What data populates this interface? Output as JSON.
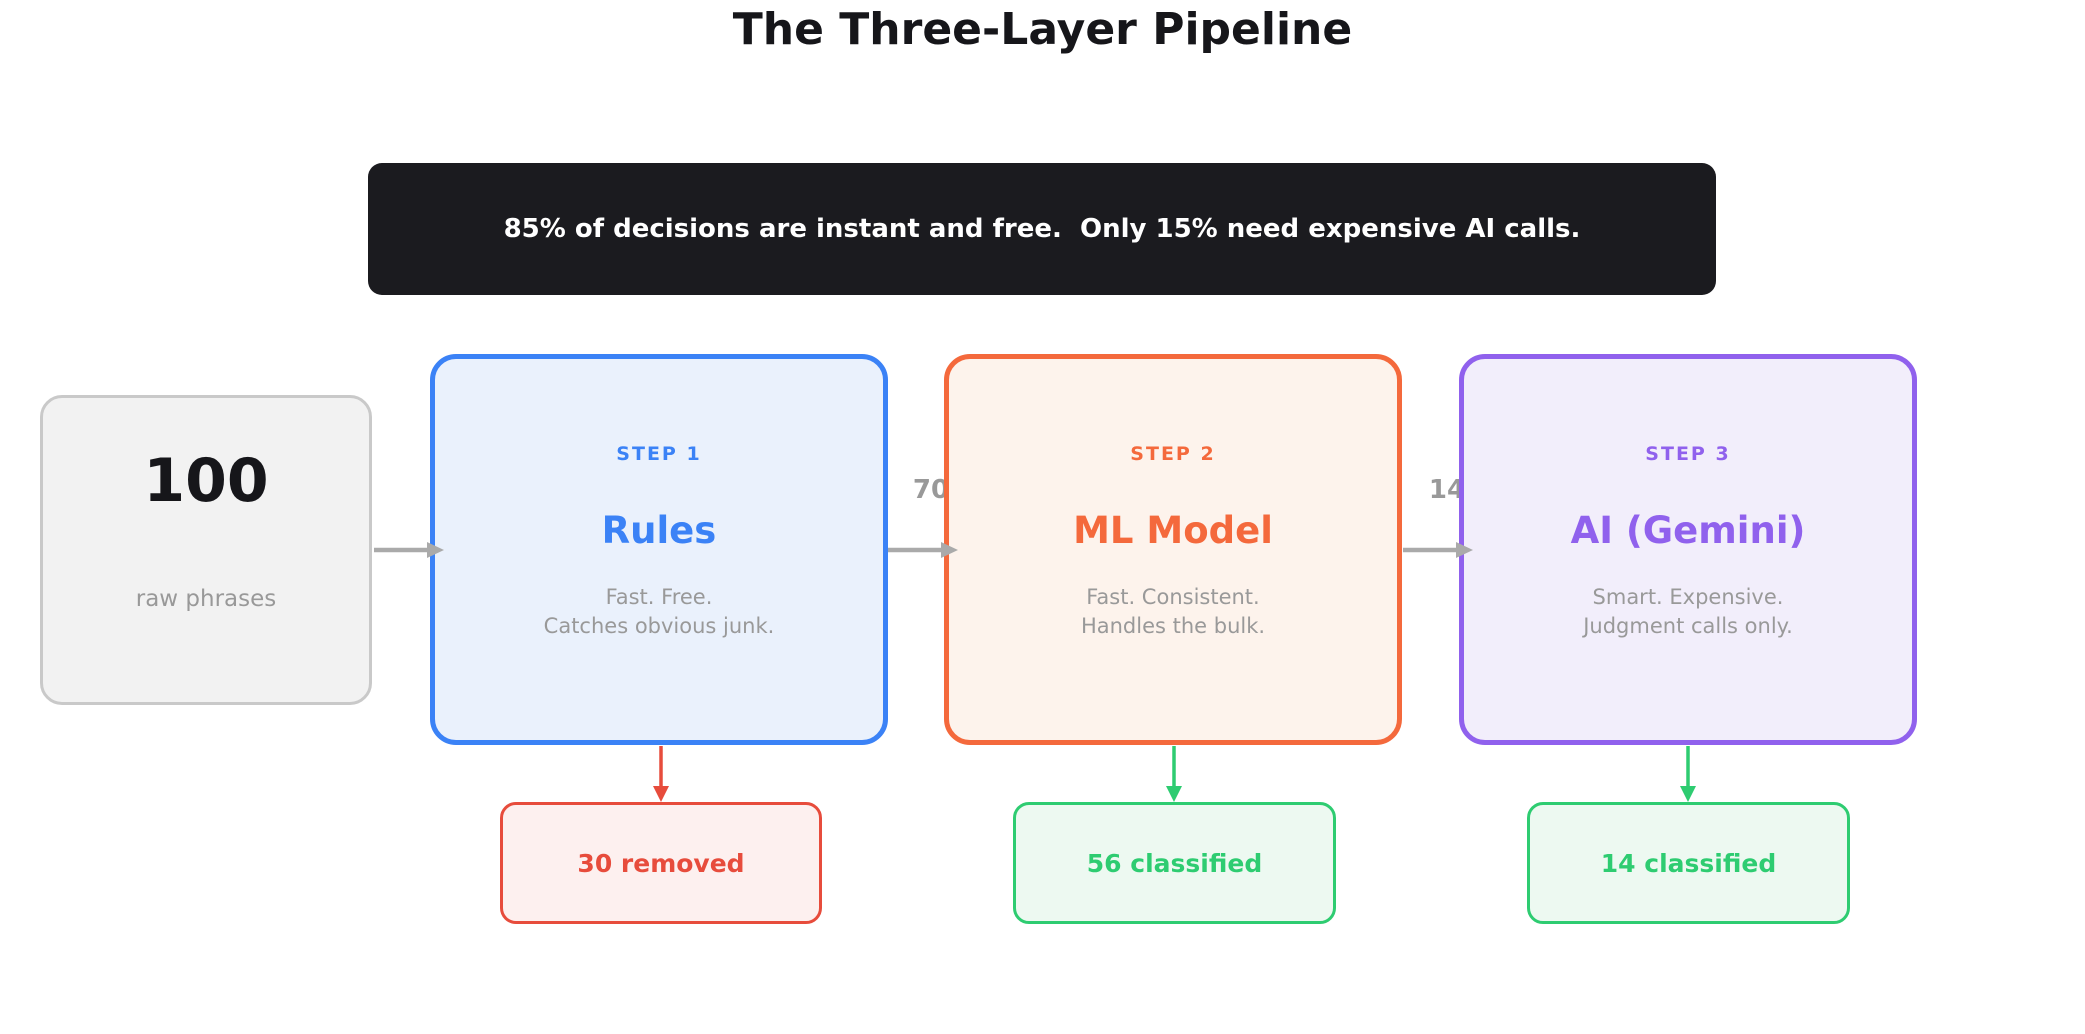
{
  "title": "The Three-Layer Pipeline",
  "banner": {
    "text": "85% of decisions are instant and free.  Only 15% need expensive AI calls."
  },
  "source": {
    "value": "100",
    "label": "raw phrases"
  },
  "steps": [
    {
      "step_label": "STEP 1",
      "name": "Rules",
      "desc_line1": "Fast. Free.",
      "desc_line2": "Catches obvious junk.",
      "accent_color": "#3b82f6",
      "fill_color": "#eaf1fc"
    },
    {
      "step_label": "STEP 2",
      "name": "ML Model",
      "desc_line1": "Fast. Consistent.",
      "desc_line2": "Handles the bulk.",
      "accent_color": "#f4693c",
      "fill_color": "#fdf3ec"
    },
    {
      "step_label": "STEP 3",
      "name": "AI (Gemini)",
      "desc_line1": "Smart. Expensive.",
      "desc_line2": "Judgment calls only.",
      "accent_color": "#9061ed",
      "fill_color": "#f2eefb"
    }
  ],
  "flow_labels": [
    "70",
    "14"
  ],
  "outcomes": [
    {
      "text": "30 removed",
      "status_color": "#e74c3c",
      "fill_color": "#fdf0ef"
    },
    {
      "text": "56 classified",
      "status_color": "#2ecc71",
      "fill_color": "#edf9f1"
    },
    {
      "text": "14 classified",
      "status_color": "#2ecc71",
      "fill_color": "#edf9f1"
    }
  ],
  "colors": {
    "banner_bg": "#1b1b1f",
    "arrow_gray": "#aaaaaa",
    "text_muted": "#999999",
    "title_text": "#16161a"
  }
}
